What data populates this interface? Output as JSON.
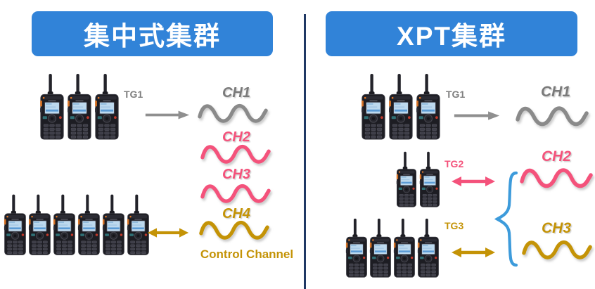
{
  "left_panel": {
    "title": "集中式集群",
    "top_group": {
      "tg_label": "TG1",
      "radio_count": 3
    },
    "bottom_group": {
      "radio_count": 6
    },
    "channels": {
      "ch1": "CH1",
      "ch2": "CH2",
      "ch3": "CH3",
      "ch4": "CH4"
    },
    "control_channel_label": "Control Channel"
  },
  "right_panel": {
    "title": "XPT集群",
    "group1": {
      "tg_label": "TG1",
      "radio_count": 3,
      "channel_label": "CH1"
    },
    "group2": {
      "tg_label": "TG2",
      "radio_count": 2,
      "channel_label": "CH2"
    },
    "group3": {
      "tg_label": "TG3",
      "radio_count": 4,
      "channel_label": "CH3"
    }
  },
  "colors": {
    "banner_blue": "#3183D8",
    "divider_navy": "#1F3864",
    "channel_gray": "#8A8A8A",
    "channel_pink": "#F4527B",
    "channel_gold": "#C49306",
    "brace_blue": "#3D9BDB",
    "tg_gray": "#7F7F7F"
  }
}
